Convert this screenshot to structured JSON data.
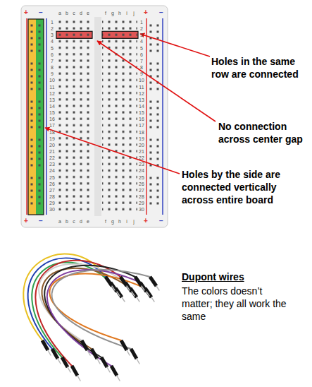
{
  "diagram": {
    "labels": [
      "+",
      "−",
      "a",
      "b",
      "c",
      "d",
      "e",
      "f",
      "g",
      "h",
      "i",
      "j",
      "+",
      "−",
      "1",
      "1",
      "2",
      "2",
      "3",
      "3",
      "4",
      "4",
      "5",
      "5",
      "6",
      "6",
      "7",
      "7",
      "8",
      "8",
      "9",
      "9",
      "10",
      "10",
      "11",
      "11",
      "12",
      "12",
      "13",
      "13",
      "14",
      "14",
      "15",
      "15",
      "16",
      "16",
      "17",
      "17",
      "18",
      "18",
      "19",
      "19",
      "20",
      "20",
      "21",
      "21",
      "22",
      "22",
      "23",
      "23",
      "24",
      "24",
      "25",
      "25",
      "26",
      "26",
      "27",
      "27",
      "28",
      "28",
      "29",
      "29",
      "30",
      "30",
      "+",
      "−",
      "a",
      "b",
      "c",
      "d",
      "e",
      "f",
      "g",
      "h",
      "i",
      "j",
      "+",
      "−",
      "Holes in the same row are connected",
      "No connection across center gap",
      "Holes by the side are connected vertically across entire board",
      "Dupont wires",
      "The colors doesn’t matter; they all work the same"
    ]
  }
}
